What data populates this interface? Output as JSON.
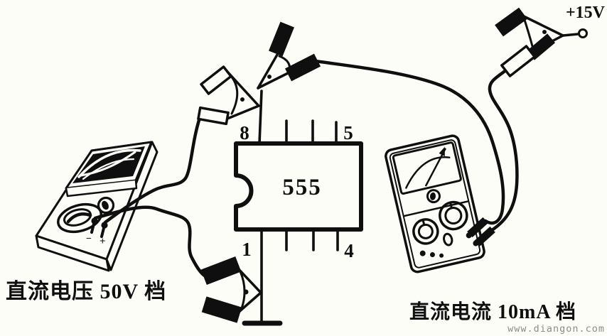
{
  "colors": {
    "background": "#fdfdf8",
    "ink": "#0f0f0f",
    "watermark": "#8c8c8c"
  },
  "power": {
    "label": "+15V"
  },
  "ic": {
    "label": "555",
    "pins": {
      "top_left": "8",
      "top_right": "5",
      "bottom_left": "1",
      "bottom_right": "4"
    }
  },
  "meters": {
    "left": {
      "caption": "直流电压 50V 档",
      "terminal_negative": "−",
      "terminal_positive": "+"
    },
    "right": {
      "caption": "直流电流 10mA 档"
    }
  },
  "watermark": {
    "text": "www.diangon.com"
  }
}
